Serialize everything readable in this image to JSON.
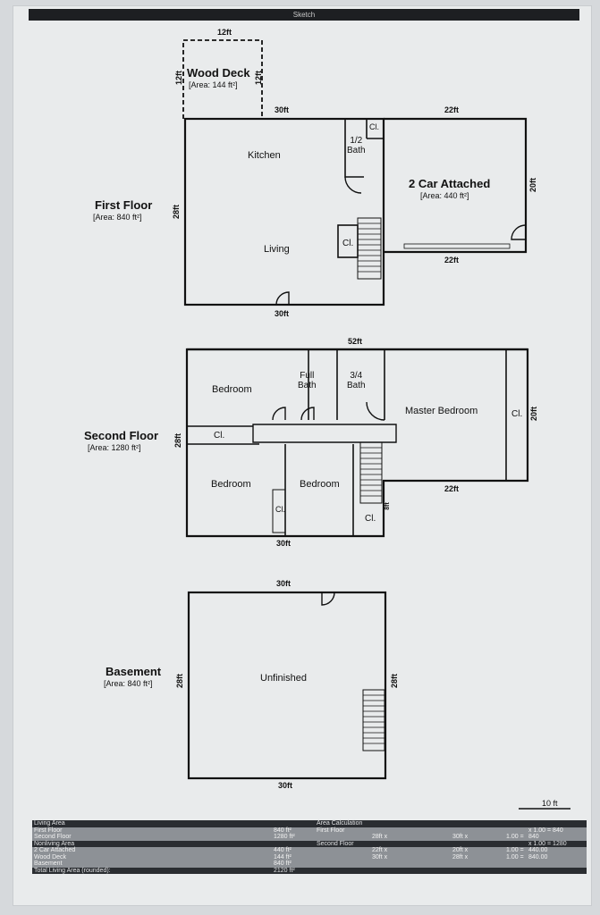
{
  "title": "Sketch",
  "first_floor": {
    "label": "First Floor",
    "area": "[Area: 840 ft²]",
    "dims": {
      "top": "30ft",
      "bottom": "30ft",
      "left": "28ft"
    },
    "rooms": {
      "kitchen": "Kitchen",
      "living": "Living",
      "half_bath": "1/2\nBath",
      "closet_top": "Cl.",
      "closet": "Cl."
    }
  },
  "wood_deck": {
    "label": "Wood Deck",
    "area": "[Area: 144 ft²]",
    "dims": {
      "top": "12ft",
      "left": "12ft",
      "right": "12ft"
    }
  },
  "garage": {
    "label": "2 Car Attached",
    "area": "[Area: 440 ft²]",
    "dims": {
      "top": "22ft",
      "bottom": "22ft",
      "right": "20ft"
    }
  },
  "second_floor": {
    "label": "Second Floor",
    "area": "[Area: 1280 ft²]",
    "dims": {
      "top": "52ft",
      "bottom": "30ft",
      "left": "28ft",
      "right": "20ft",
      "garage_bottom": "22ft",
      "stair": "8ft"
    },
    "rooms": {
      "bedroom_nw": "Bedroom",
      "full_bath": "Full\nBath",
      "three_quarter_bath": "3/4\nBath",
      "master": "Master Bedroom",
      "master_closet": "Cl.",
      "hall_closet": "Cl.",
      "bedroom_sw": "Bedroom",
      "bedroom_s": "Bedroom",
      "closet_s": "Cl.",
      "closet_se": "Cl."
    }
  },
  "basement": {
    "label": "Basement",
    "area": "[Area: 840 ft²]",
    "dims": {
      "top": "30ft",
      "bottom": "30ft",
      "left": "28ft",
      "right": "28ft"
    },
    "rooms": {
      "unfinished": "Unfinished"
    }
  },
  "scale": "10 ft",
  "area_calc": {
    "header_left": "Living Area",
    "header_center": "Area Calculation",
    "rows": [
      {
        "name": "First Floor",
        "area": "840 ft²",
        "section": "First Floor",
        "d1": "",
        "d2": "",
        "mult": "",
        "result": "x 1.00 = 840"
      },
      {
        "name": "Second Floor",
        "area": "1280 ft²",
        "section": "",
        "d1": "28ft x",
        "d2": "30ft x",
        "mult": "1.00 =",
        "result": "840"
      },
      {
        "name": "Nonliving Area",
        "area": "",
        "section": "Second Floor",
        "d1": "",
        "d2": "",
        "mult": "",
        "result": "x 1.00 = 1280"
      },
      {
        "name": "2 Car Attached",
        "area": "440 ft²",
        "section": "",
        "d1": "22ft x",
        "d2": "20ft x",
        "mult": "1.00 =",
        "result": "440.00"
      },
      {
        "name": "Wood Deck",
        "area": "144 ft²",
        "section": "",
        "d1": "30ft x",
        "d2": "28ft x",
        "mult": "1.00 =",
        "result": "840.00"
      },
      {
        "name": "Basement",
        "area": "840 ft²",
        "section": "",
        "d1": "",
        "d2": "",
        "mult": "",
        "result": ""
      },
      {
        "name": "Total Living Area (rounded):",
        "area": "2120 ft²",
        "section": "",
        "d1": "",
        "d2": "",
        "mult": "",
        "result": ""
      }
    ]
  }
}
